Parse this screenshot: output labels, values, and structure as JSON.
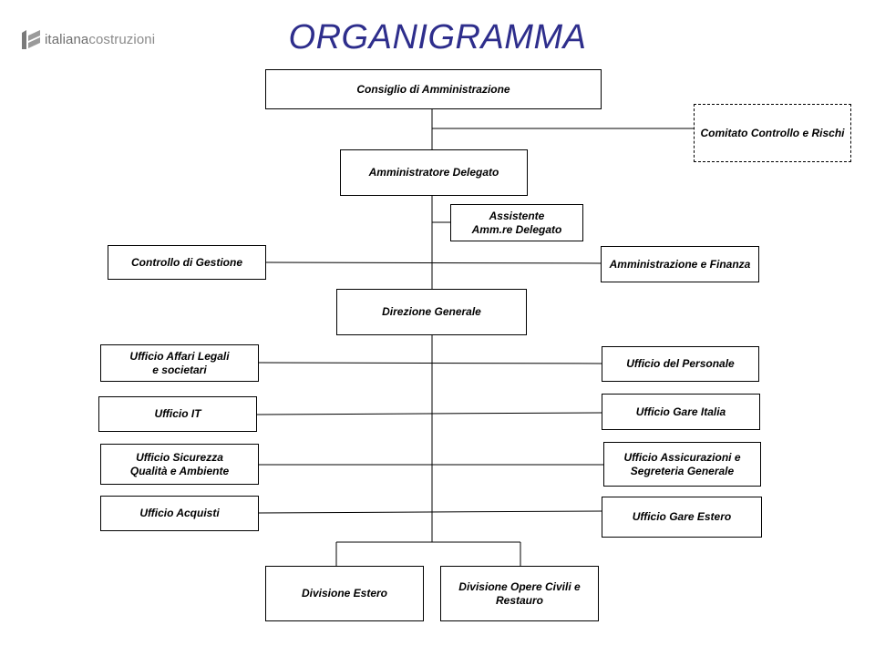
{
  "logo": {
    "brand_bold": "italiana",
    "brand_rest": "costruzioni",
    "icon": "italiana-costruzioni-logo-icon"
  },
  "title": "ORGANIGRAMMA",
  "boxes": {
    "consiglio": "Consiglio  di  Amministrazione",
    "comitato": "Comitato Controllo  e Rischi",
    "amministratore": "Amministratore Delegato",
    "assistente": "Assistente\nAmm.re Delegato",
    "controllo_gestione": "Controllo  di  Gestione",
    "amministrazione_finanza": "Amministrazione e Finanza",
    "direzione_generale": "Direzione Generale",
    "affari_legali": "Ufficio  Affari Legali\ne societari",
    "personale": "Ufficio  del Personale",
    "it": "Ufficio   IT",
    "gare_italia": "Ufficio  Gare Italia",
    "sicurezza": "Ufficio  Sicurezza\nQualità  e Ambiente",
    "assicurazioni": "Ufficio  Assicurazioni  e\nSegreteria  Generale",
    "acquisti": "Ufficio  Acquisti",
    "gare_estero": "Ufficio  Gare Estero",
    "divisione_estero": "Divisione  Estero",
    "divisione_opere": "Divisione  Opere Civili  e\nRestauro"
  }
}
